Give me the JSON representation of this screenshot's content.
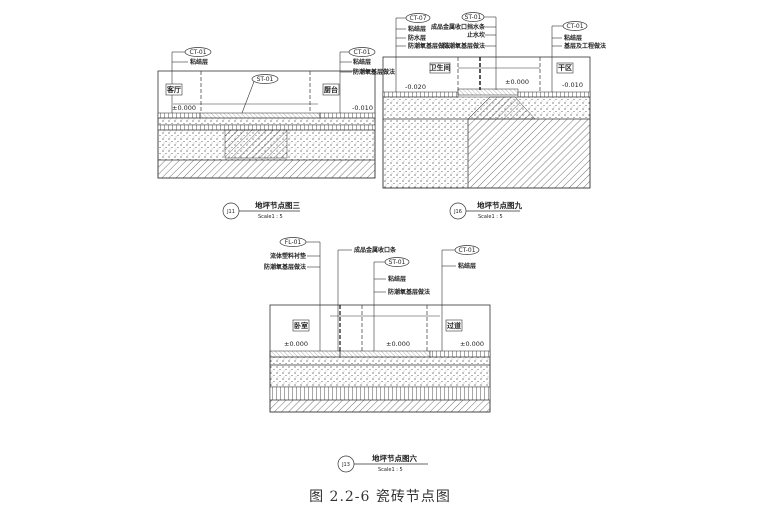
{
  "drawings": [
    {
      "title": "地坪节点图三",
      "scale": "Scale1 : 5",
      "ref": "J11",
      "tags": [
        "CT-01",
        "CT-01",
        "ST-01"
      ],
      "notes_left": [
        "粘结层"
      ],
      "notes_right": [
        "粘结层",
        "防潮氧基层做法"
      ],
      "rooms": [
        "客厅",
        "厨台"
      ],
      "elevations": [
        "±0.000",
        "-0.010"
      ]
    },
    {
      "title": "地坪节点图九",
      "scale": "Scale1 : 5",
      "ref": "J16",
      "tags": [
        "CT-07",
        "ST-01",
        "CT-01"
      ],
      "notes_left": [
        "粘结层",
        "防水层",
        "防潮氧基层做法"
      ],
      "notes_mid": [
        "成品金属收口挡水条",
        "止水坎",
        "防潮氧基层做法"
      ],
      "notes_right": [
        "粘结层",
        "基层及工程做法"
      ],
      "rooms": [
        "卫生间",
        "干区"
      ],
      "elevations": [
        "-0.020",
        "±0.000",
        "-0.010"
      ]
    },
    {
      "title": "地坪节点图六",
      "scale": "Scale1 : 5",
      "ref": "J13",
      "tags": [
        "FL-01",
        "ST-01",
        "CT-01"
      ],
      "notes_left": [
        "流体塑料衬垫",
        "防潮氧基层做法"
      ],
      "note_strip": "成品金属收口条",
      "notes_mid": [
        "粘结层",
        "防潮氧基层做法"
      ],
      "notes_right": [
        "粘结层"
      ],
      "rooms": [
        "卧室",
        "过道"
      ],
      "elevations": [
        "±0.000",
        "±0.000",
        "±0.000"
      ]
    }
  ],
  "caption": "图 2.2-6 瓷砖节点图"
}
